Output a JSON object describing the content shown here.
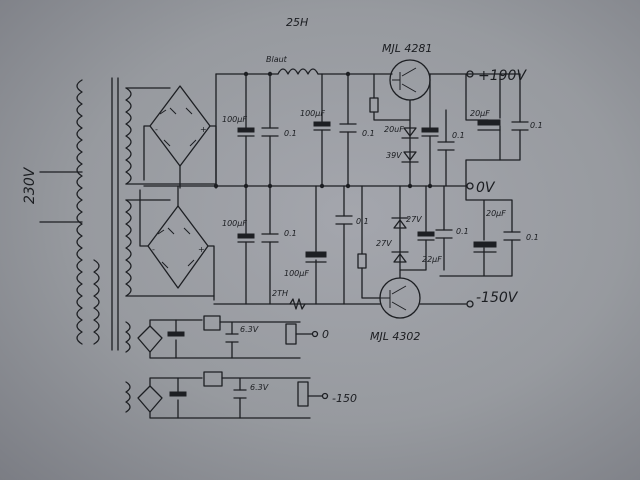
{
  "labels": {
    "mains": "230V",
    "inductor_value": "25H",
    "inductor_name": "Blaut",
    "tube_upper": "MJL 4281",
    "tube_lower": "MJL 4302",
    "rail_plus": "+190V",
    "rail_zero": "0V",
    "rail_minus": "-150V",
    "aux_rail_zero": "0",
    "aux_rail_minus": "-150",
    "aux_volt_1": "6.3V",
    "aux_volt_2": "6.3V",
    "res_2k": "2TH",
    "cap_upper_1": "100µF",
    "cap_upper_2": "100µF",
    "cap_upper_3": "20uF",
    "cap_upper_4": "20µF",
    "cap_upper_5": "39V",
    "cap_lower_1": "100µF",
    "cap_lower_2": "100µF",
    "cap_lower_3": "22µF",
    "cap_lower_4": "20µF",
    "zener_lower_1": "27V",
    "zener_lower_2": "27V",
    "small_cap": "0.1"
  },
  "colors": {
    "paper": "#9a9ca3",
    "ink": "#1d1f23"
  }
}
